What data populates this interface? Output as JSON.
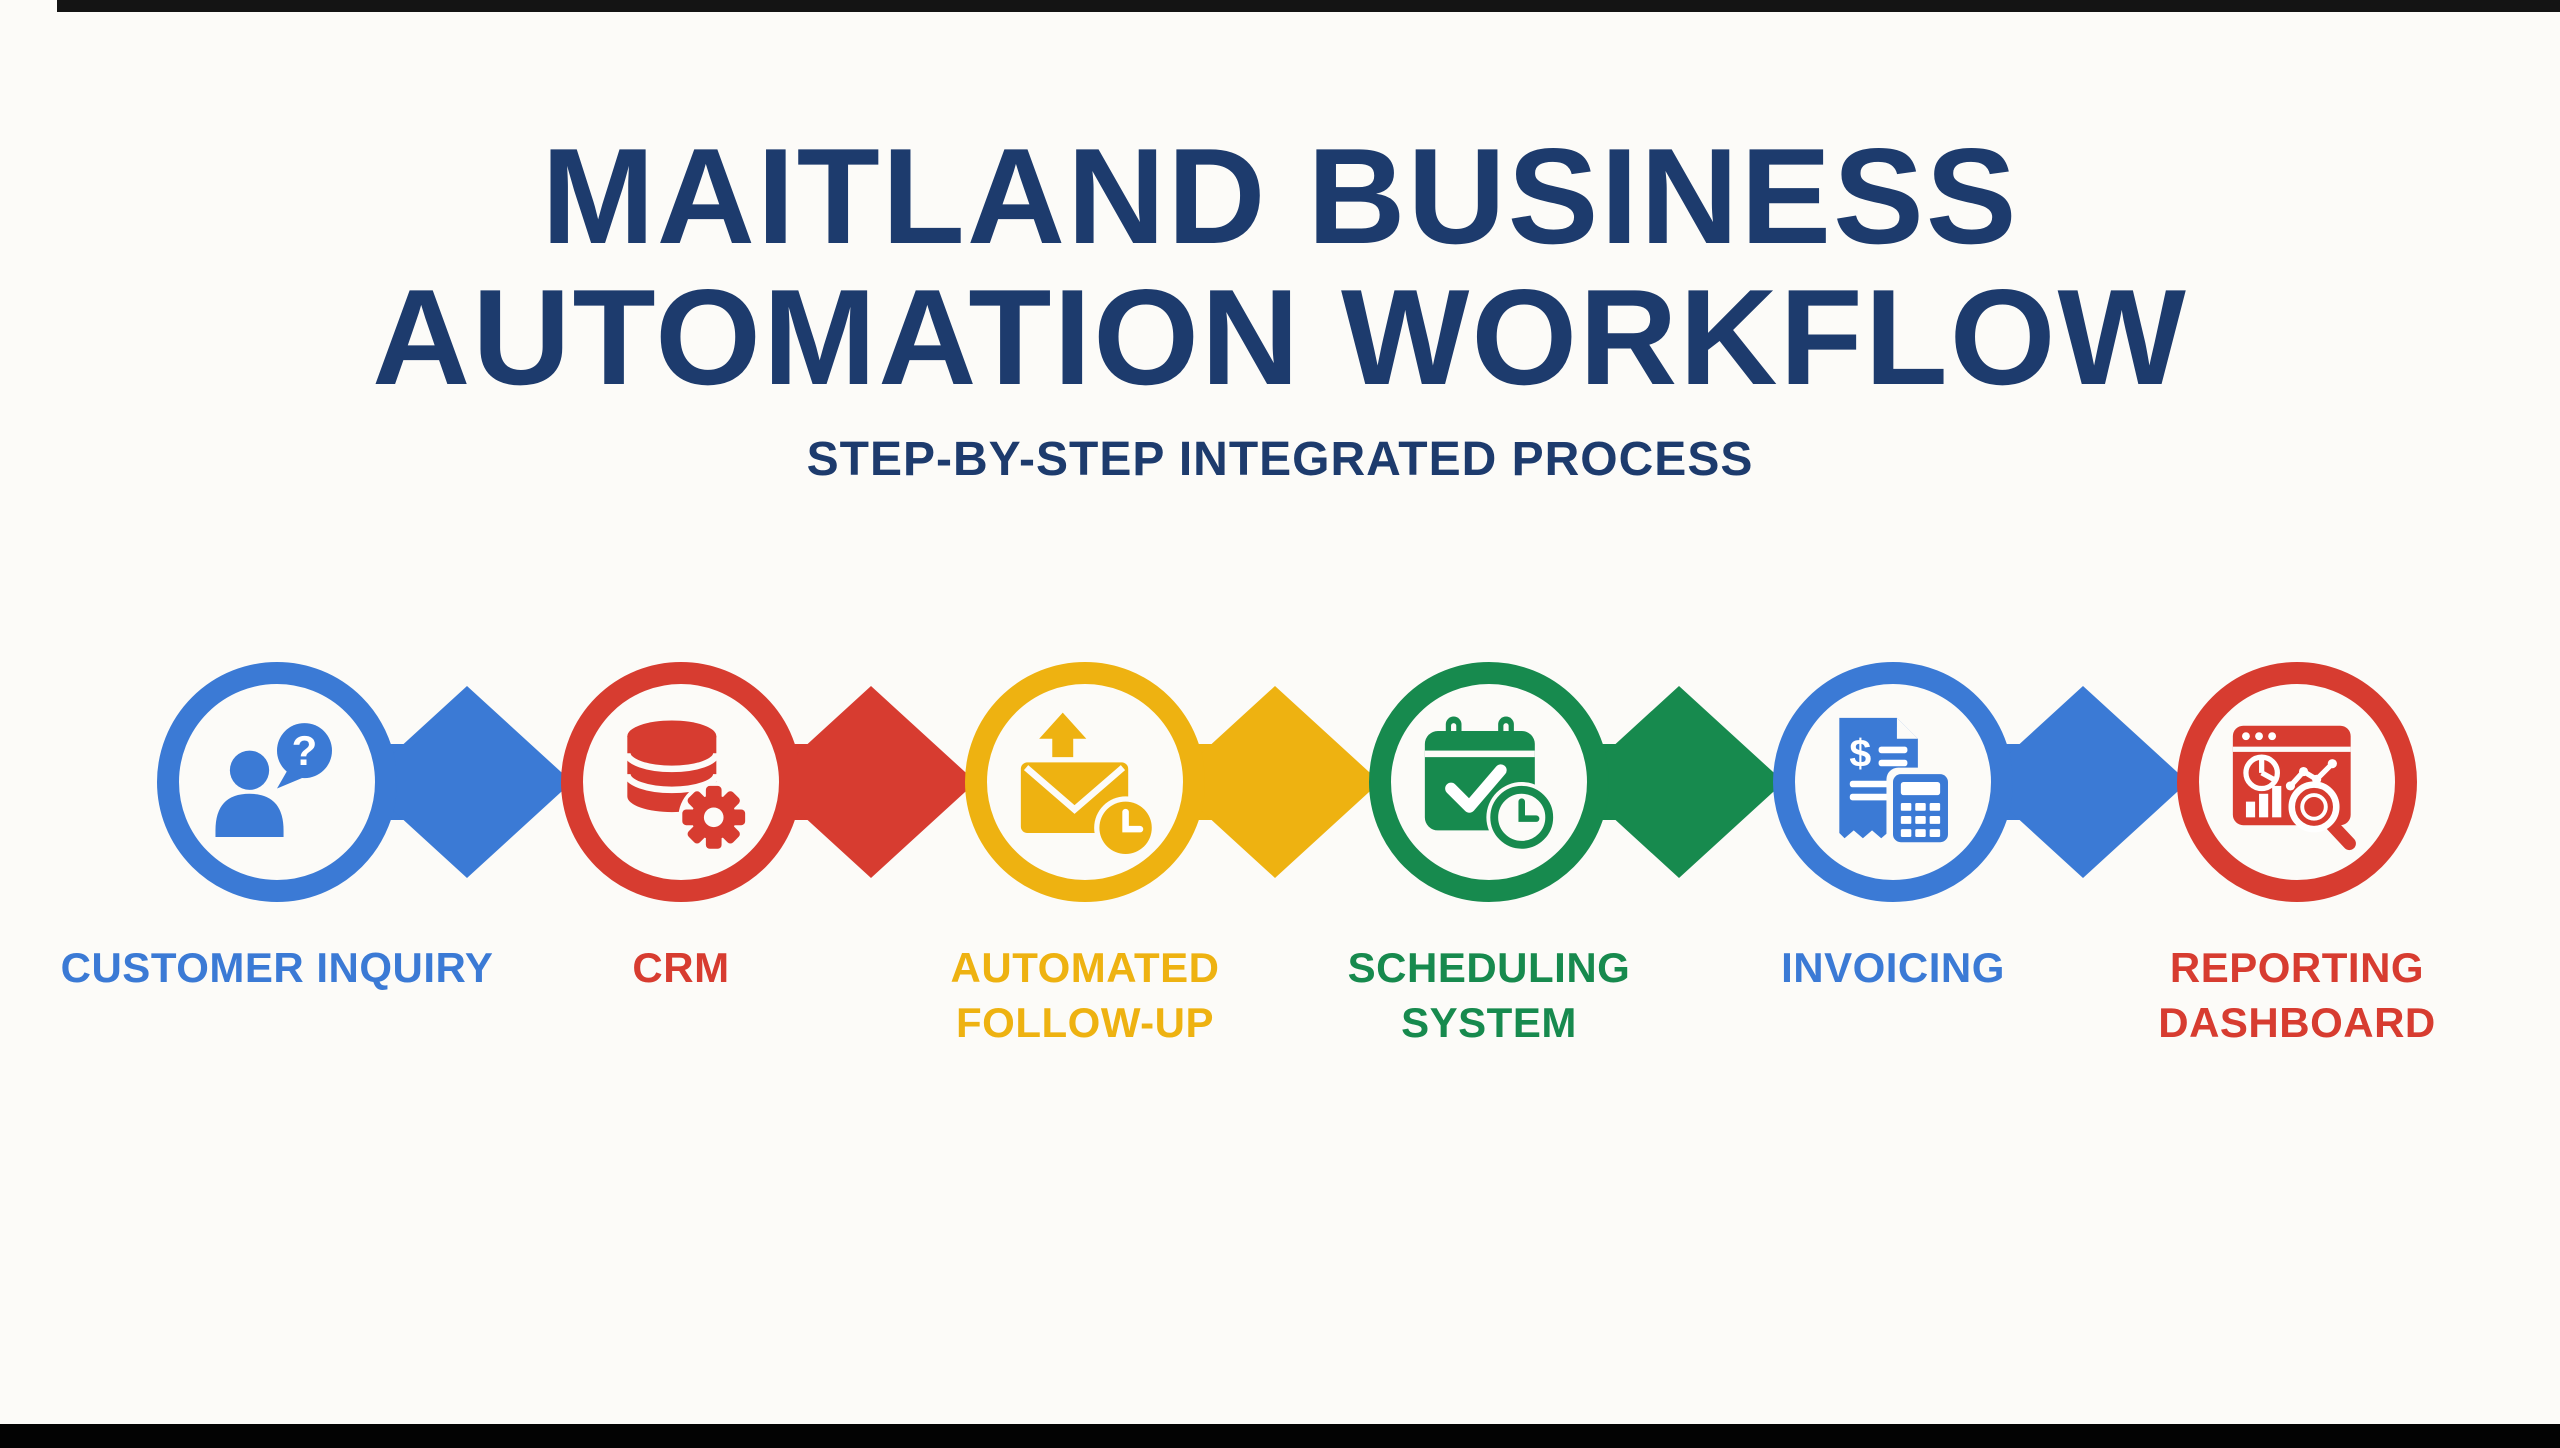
{
  "page": {
    "background_color": "#fcfbf8",
    "letterbox_bar_color": "#000000"
  },
  "header": {
    "title_line1": "MAITLAND BUSINESS",
    "title_line2": "AUTOMATION WORKFLOW",
    "subtitle": "STEP-BY-STEP INTEGRATED PROCESS",
    "title_color": "#1d3b6d"
  },
  "workflow": {
    "steps": [
      {
        "label": "CUSTOMER INQUIRY",
        "color": "#3b7ad5",
        "icon": "person-question-icon"
      },
      {
        "label": "CRM",
        "color": "#d73c30",
        "icon": "database-gear-icon"
      },
      {
        "label": "AUTOMATED FOLLOW-UP",
        "color": "#eeb211",
        "icon": "email-send-clock-icon"
      },
      {
        "label": "SCHEDULING SYSTEM",
        "color": "#178a4e",
        "icon": "calendar-check-clock-icon"
      },
      {
        "label": "INVOICING",
        "color": "#3b7ad5",
        "icon": "invoice-calculator-icon"
      },
      {
        "label": "REPORTING DASHBOARD",
        "color": "#d73c30",
        "icon": "dashboard-magnifier-icon"
      }
    ],
    "arrows": [
      {
        "color": "#3b7ad5"
      },
      {
        "color": "#d73c30"
      },
      {
        "color": "#eeb211"
      },
      {
        "color": "#178a4e"
      },
      {
        "color": "#3b7ad5"
      }
    ]
  }
}
